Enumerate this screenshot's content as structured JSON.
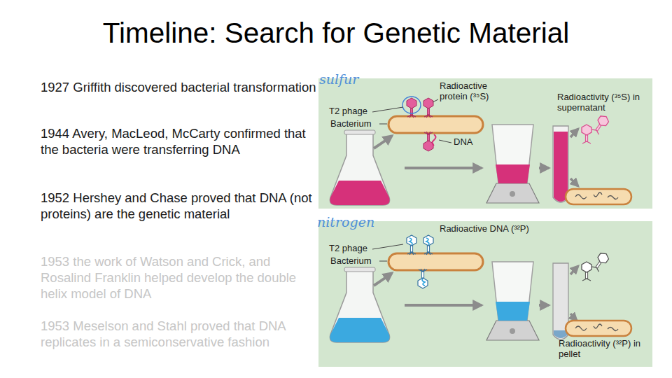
{
  "diagram": {
    "title": "Timeline: Search for Genetic Material",
    "labels": [
      "1927 Griffith discovered bacterial transformation",
      "1944 Avery, MacLeod, McCarty confirmed that the bacteria were transferring DNA",
      "1952 Hershey and Chase proved that DNA (not proteins) are the genetic material",
      "1953 the work of Watson and Crick, and Rosalind Franklin helped develop the double helix model of DNA",
      "1953 Meselson and Stahl proved that DNA replicates in a semiconservative fashion",
      "sulfur",
      "T2 phage",
      "Radioactive protein (³⁵S)",
      "Radioactivity (³⁵S) in supernatant",
      "Bacterium",
      "DNA",
      "nitrogen",
      "Radioactive DNA (³²P)",
      "T2 phage",
      "Bacterium",
      "Radioactivity (³²P) in pellet"
    ]
  }
}
